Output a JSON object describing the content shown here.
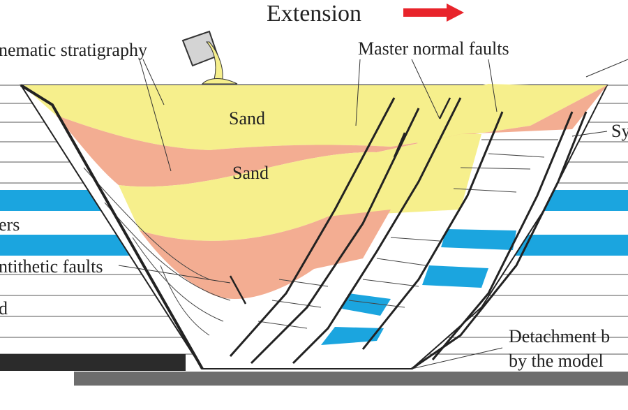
{
  "title": "Extension",
  "labels": {
    "syn_kinematic": "nematic stratigraphy",
    "master_faults": "Master normal faults",
    "sand_upper": "Sand",
    "sand_lower": "Sand",
    "layers": "ers",
    "antithetic": "ntithetic faults",
    "sand_left": "d",
    "syn_right": "Sy",
    "detachment_line1": "Detachment b",
    "detachment_line2": "by the model"
  },
  "colors": {
    "yellow_sand": "#f6ef8c",
    "pink_sand": "#f3ad92",
    "blue_layer": "#1ba5df",
    "arrow_red": "#e8242b",
    "base_dark": "#2b2b2b",
    "base_grey": "#6d6d6d"
  },
  "icons": {
    "bucket": "pouring-bucket-icon",
    "arrow": "arrow-right-icon"
  }
}
